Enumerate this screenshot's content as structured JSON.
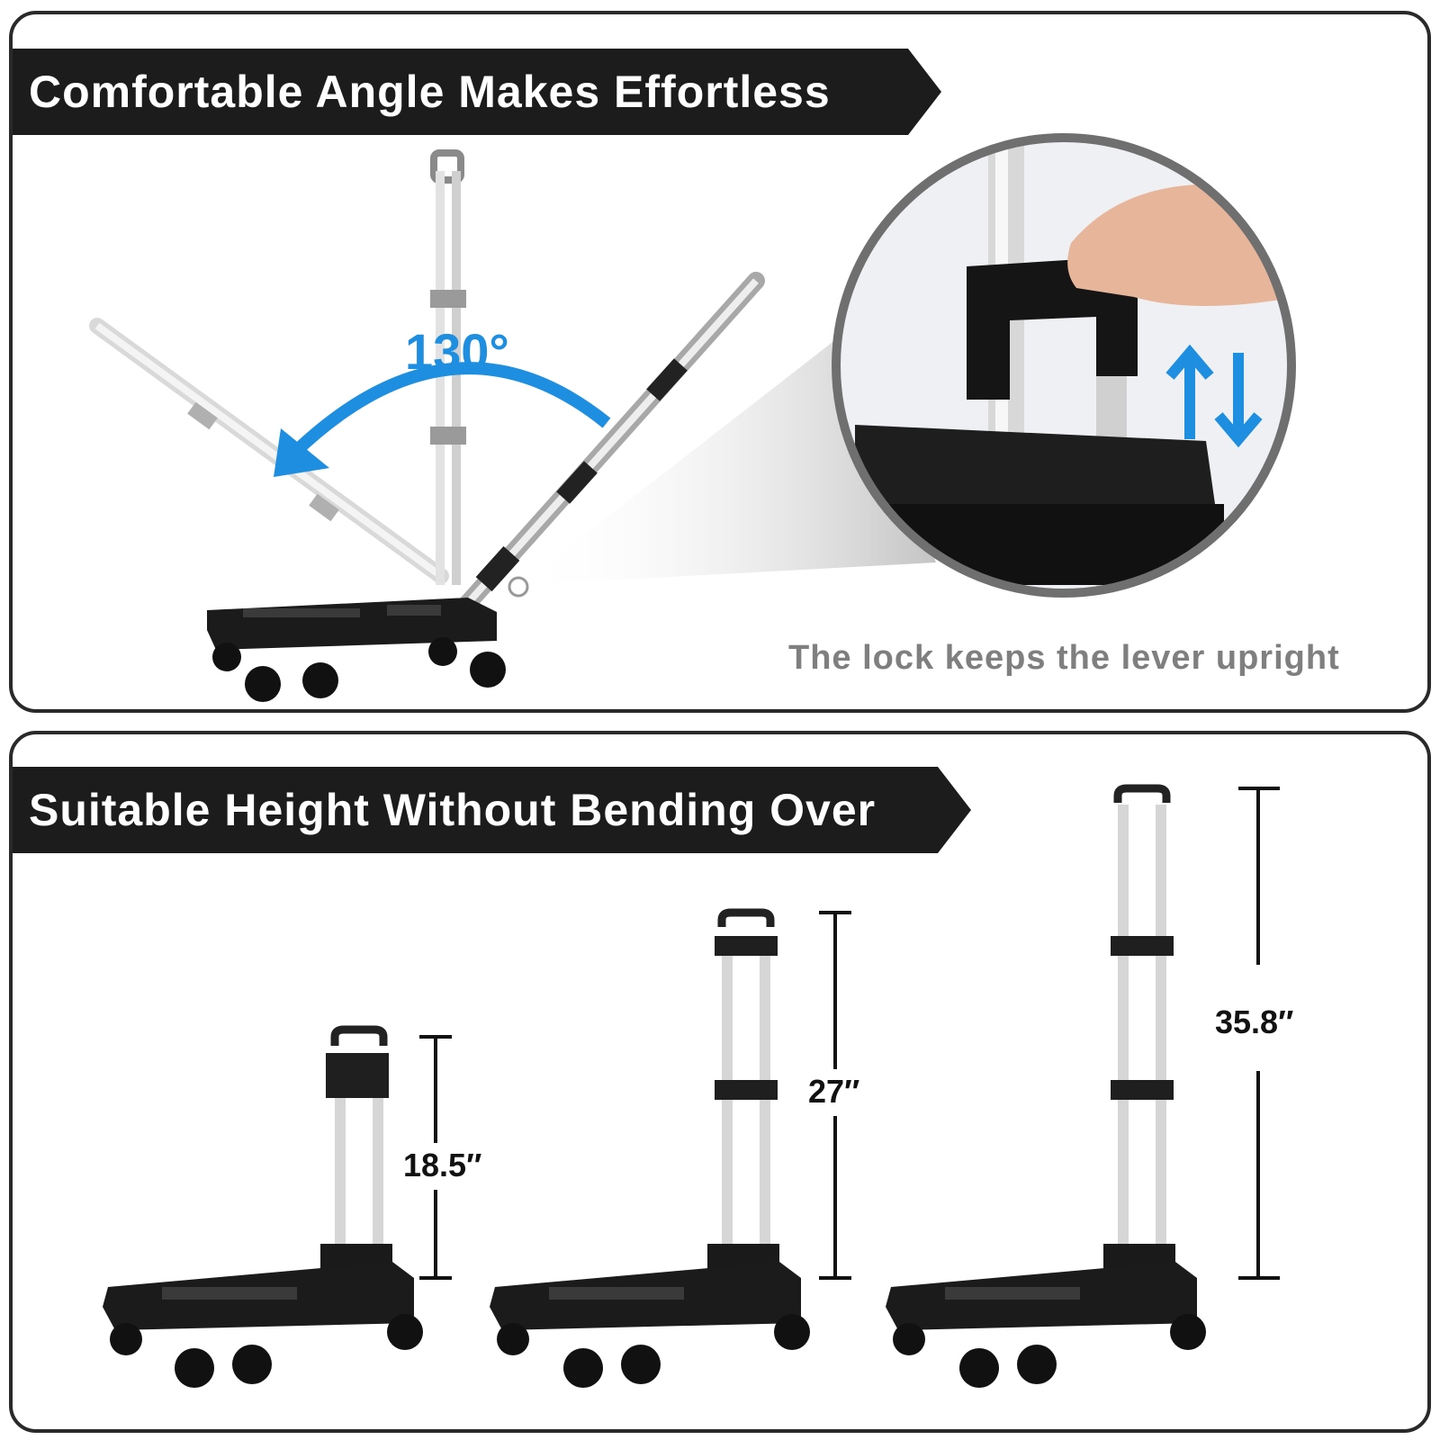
{
  "top_panel": {
    "title": "Comfortable Angle Makes Effortless",
    "angle": "130°",
    "caption": "The lock keeps the lever upright"
  },
  "bottom_panel": {
    "title": "Suitable Height Without Bending Over",
    "heights": [
      "18.5″",
      "27″",
      "35.8″"
    ]
  },
  "colors": {
    "banner": "#1c1c1c",
    "accent_blue": "#1e8fe0",
    "caption_gray": "#7f7f7f",
    "frame": "#2a2a2a"
  }
}
